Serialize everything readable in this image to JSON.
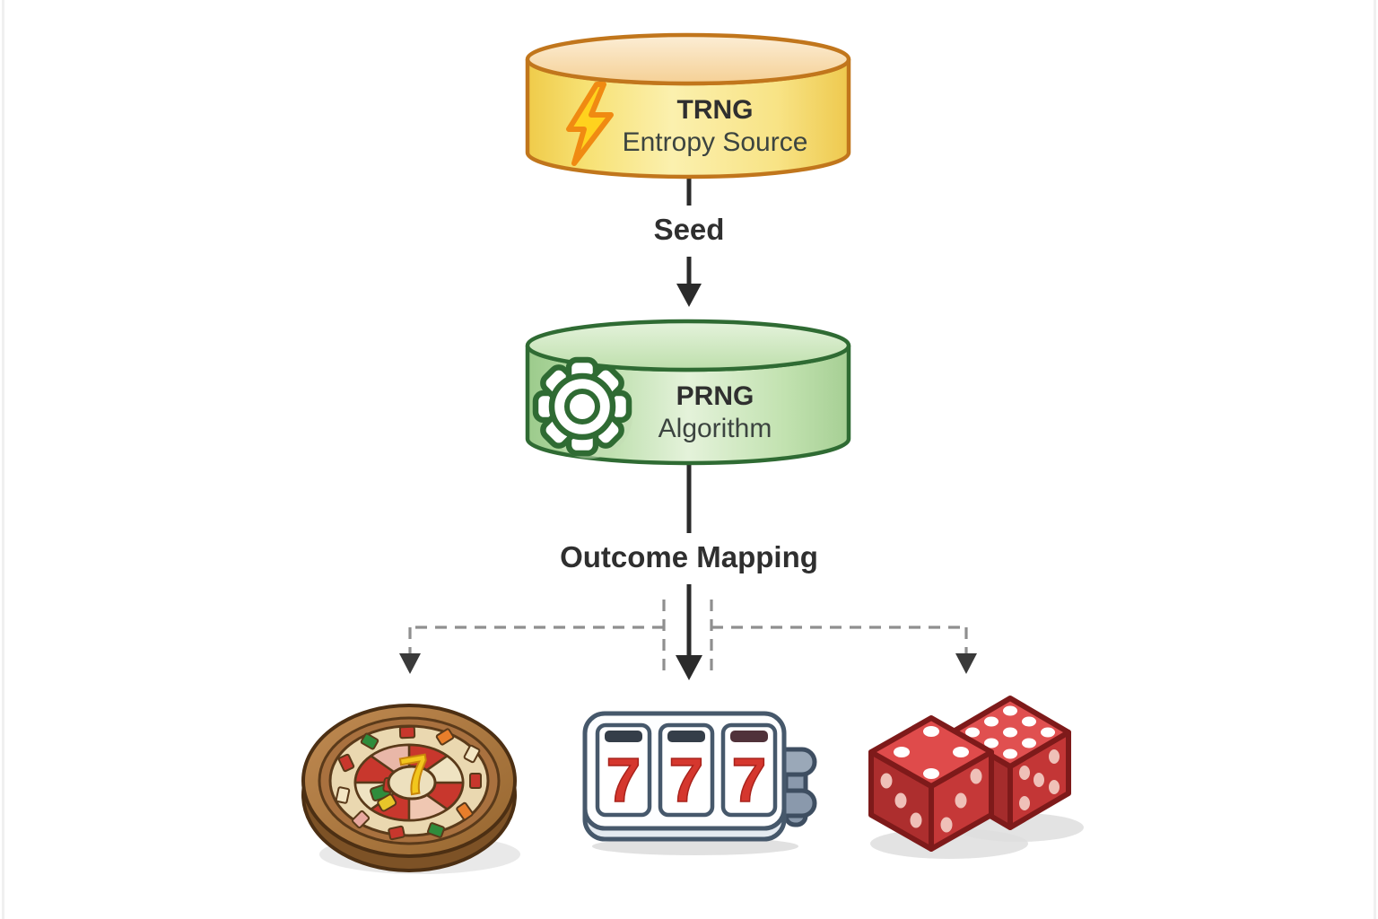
{
  "diagram": {
    "trng": {
      "title": "TRNG",
      "subtitle": "Entropy Source",
      "icon": "lightning-bolt"
    },
    "prng": {
      "title": "PRNG",
      "subtitle": "Algorithm",
      "icon": "gear"
    },
    "edge_labels": {
      "seed": "Seed",
      "outcome_mapping": "Outcome Mapping"
    },
    "outcomes": {
      "roulette": {
        "name": "roulette-wheel",
        "center_label": "7"
      },
      "slot_machine": {
        "name": "slot-machine",
        "reels": [
          "7",
          "7",
          "7"
        ]
      },
      "dice": {
        "name": "dice-pair",
        "left_die_top_pips": 4,
        "right_die_top_pips": 9
      }
    }
  },
  "colors": {
    "text": "#2f2f2f",
    "arrow": "#2b2b2b",
    "dashed": "#8f8f8f",
    "trng-border": "#c1761c",
    "trng-fill": "#f8e479",
    "prng-border": "#2f6b33",
    "prng-fill": "#bcdfac",
    "bolt-yellow": "#ffd21e",
    "bolt-orange": "#f08a12",
    "slot-seven-red": "#d5372e",
    "slot-frame": "#46586b",
    "dice-red": "#d94747",
    "dice-outline": "#7e1a1a",
    "roulette-wood": "#a9713f",
    "roulette-red": "#c8372d",
    "roulette-gold": "#f2c61d"
  }
}
